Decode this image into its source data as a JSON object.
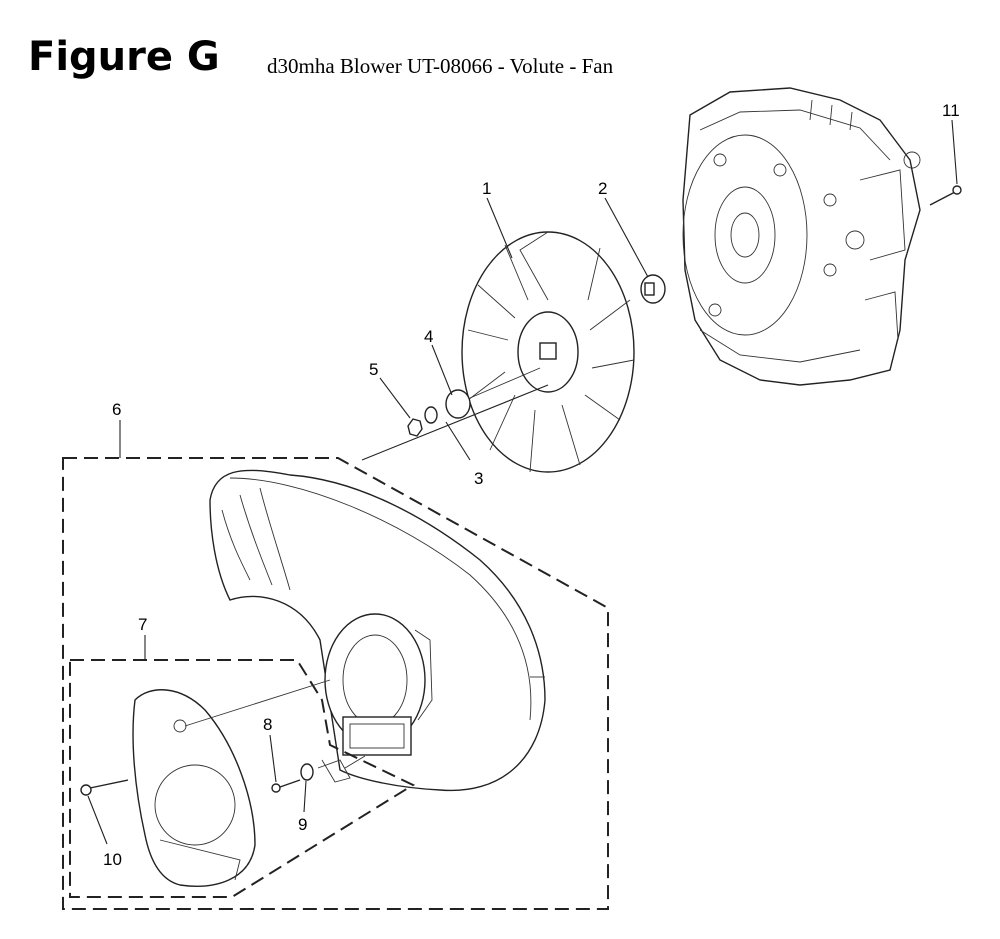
{
  "header": {
    "figure_label": "Figure G",
    "caption": "d30mha Blower UT-08066 - Volute - Fan"
  },
  "callouts": [
    {
      "id": "c1",
      "label": "1"
    },
    {
      "id": "c2",
      "label": "2"
    },
    {
      "id": "c3",
      "label": "3"
    },
    {
      "id": "c4",
      "label": "4"
    },
    {
      "id": "c5",
      "label": "5"
    },
    {
      "id": "c6",
      "label": "6"
    },
    {
      "id": "c7",
      "label": "7"
    },
    {
      "id": "c8",
      "label": "8"
    },
    {
      "id": "c9",
      "label": "9"
    },
    {
      "id": "c10",
      "label": "10"
    },
    {
      "id": "c11",
      "label": "11"
    }
  ]
}
